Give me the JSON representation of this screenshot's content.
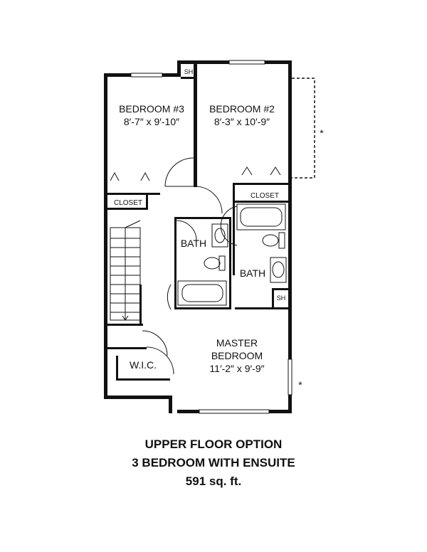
{
  "rooms": {
    "bedroom3": {
      "name": "BEDROOM #3",
      "size": "8′-7″ x 9′-10″"
    },
    "bedroom2": {
      "name": "BEDROOM #2",
      "size": "8′-3″ x 10′-9″"
    },
    "master": {
      "name1": "MASTER",
      "name2": "BEDROOM",
      "size": "11′-2″ x 9′-9″"
    },
    "bath1": "BATH",
    "bath2": "BATH",
    "closet1": "CLOSET",
    "closet2": "CLOSET",
    "wic": "W.I.C.",
    "sh1": "SH",
    "sh2": "SH"
  },
  "notes": {
    "asterisk1": "*",
    "asterisk2": "*"
  },
  "caption": {
    "line1": "UPPER FLOOR OPTION",
    "line2": "3 BEDROOM WITH ENSUITE",
    "line3": "591 sq. ft."
  }
}
